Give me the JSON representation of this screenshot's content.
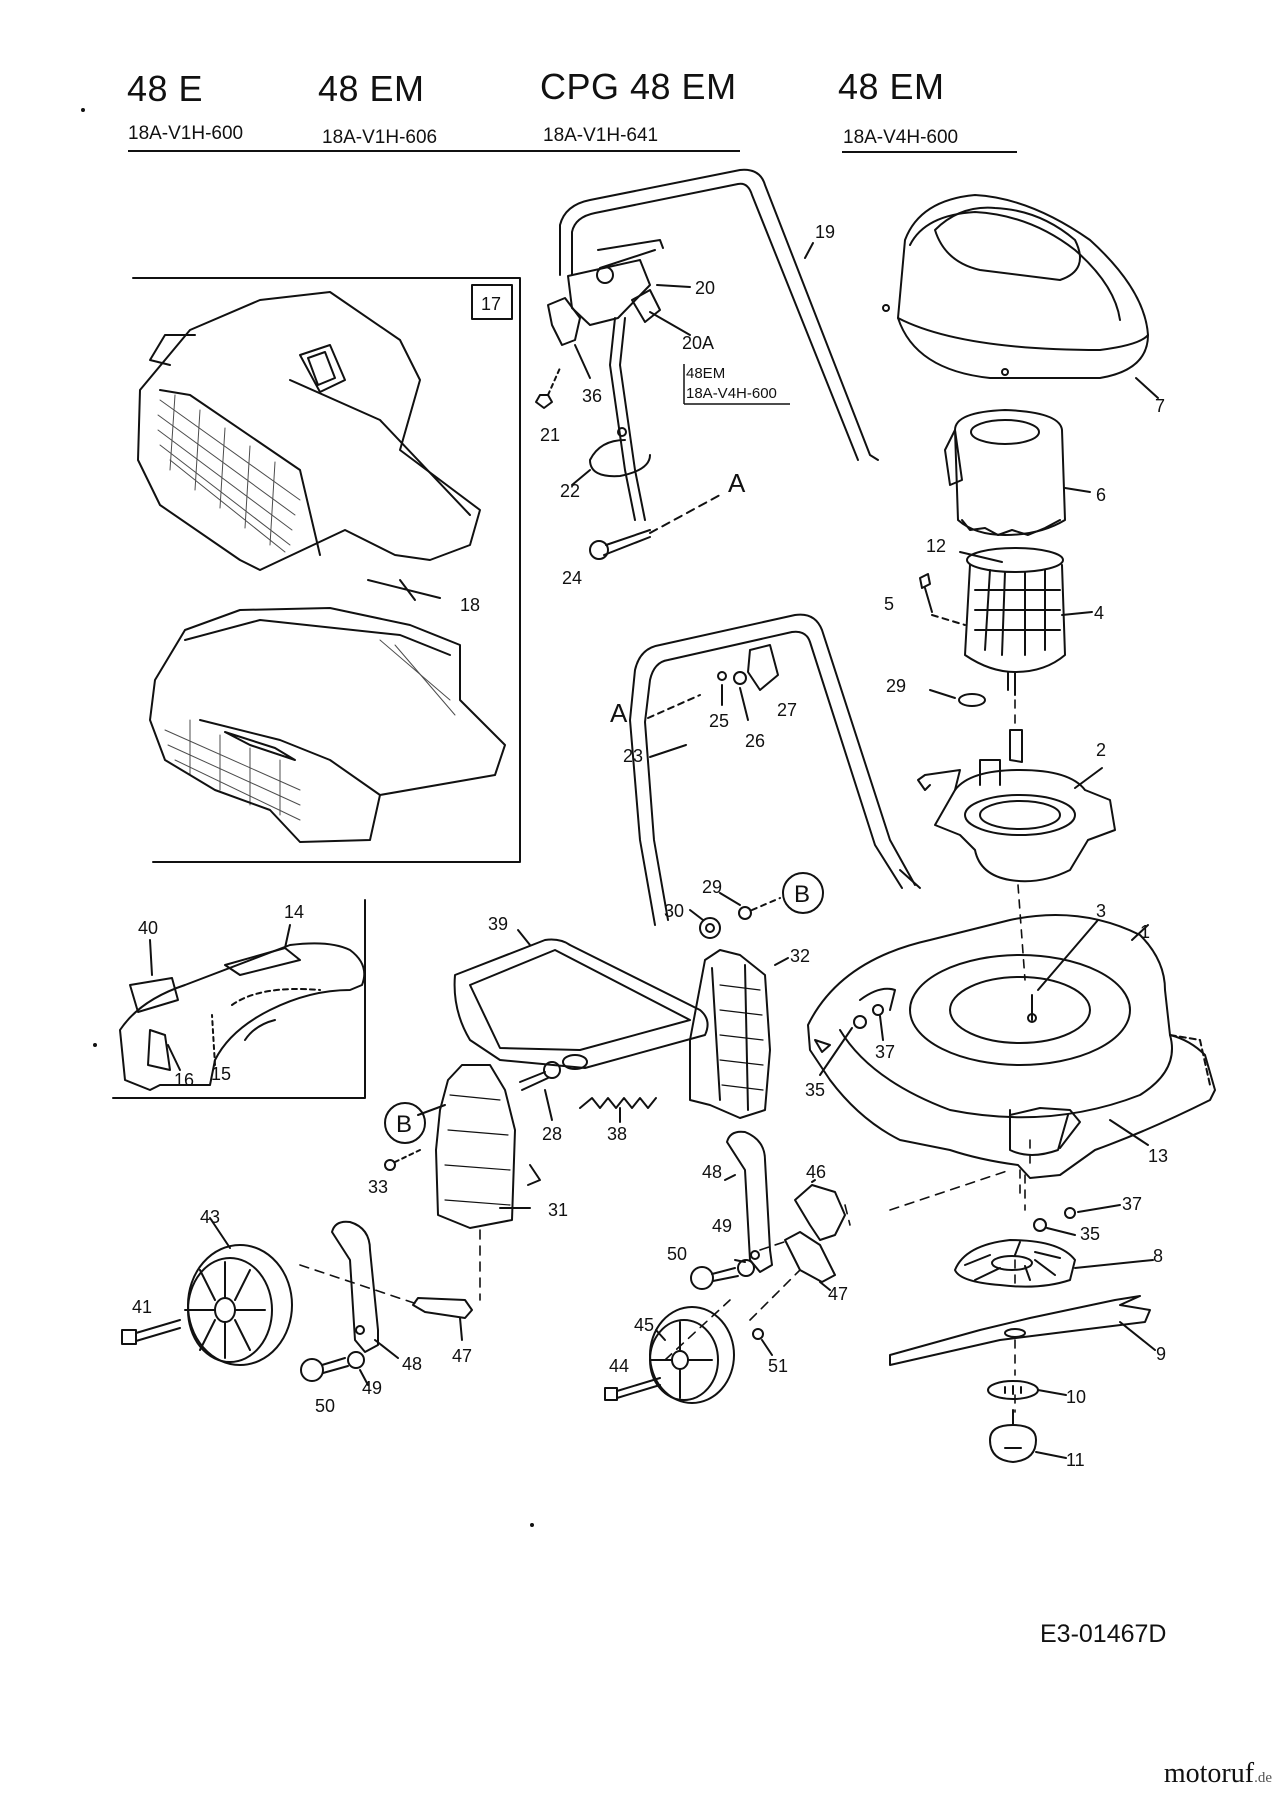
{
  "header": {
    "models": [
      {
        "name": "48 E",
        "code": "18A-V1H-600"
      },
      {
        "name": "48 EM",
        "code": "18A-V1H-606"
      },
      {
        "name": "CPG 48 EM",
        "code": "18A-V1H-641"
      },
      {
        "name": "48 EM",
        "code": "18A-V4H-600"
      }
    ]
  },
  "variant_note": {
    "line1": "48EM",
    "line2": "18A-V4H-600"
  },
  "callouts": {
    "a_upper": "A",
    "a_lower": "A",
    "b_left": "B",
    "b_right": "B"
  },
  "parts": {
    "p1": "1",
    "p2": "2",
    "p3": "3",
    "p4": "4",
    "p5": "5",
    "p6": "6",
    "p7": "7",
    "p8": "8",
    "p9": "9",
    "p10": "10",
    "p11": "11",
    "p12": "12",
    "p13": "13",
    "p14": "14",
    "p15": "15",
    "p16": "16",
    "p17": "17",
    "p18": "18",
    "p19": "19",
    "p20": "20",
    "p20a": "20A",
    "p21": "21",
    "p22": "22",
    "p23": "23",
    "p24": "24",
    "p25": "25",
    "p26": "26",
    "p27": "27",
    "p28": "28",
    "p29a": "29",
    "p29b": "29",
    "p30": "30",
    "p31": "31",
    "p32": "32",
    "p33": "33",
    "p35a": "35",
    "p35b": "35",
    "p36": "36",
    "p37a": "37",
    "p37b": "37",
    "p38": "38",
    "p39": "39",
    "p40": "40",
    "p41": "41",
    "p43": "43",
    "p44": "44",
    "p45": "45",
    "p46": "46",
    "p47a": "47",
    "p47b": "47",
    "p48a": "48",
    "p48b": "48",
    "p49a": "49",
    "p49b": "49",
    "p50a": "50",
    "p50b": "50",
    "p51": "51"
  },
  "drawing_ref": "E3-01467D",
  "logo": {
    "brand": "motoruf",
    "tld": ".de"
  }
}
